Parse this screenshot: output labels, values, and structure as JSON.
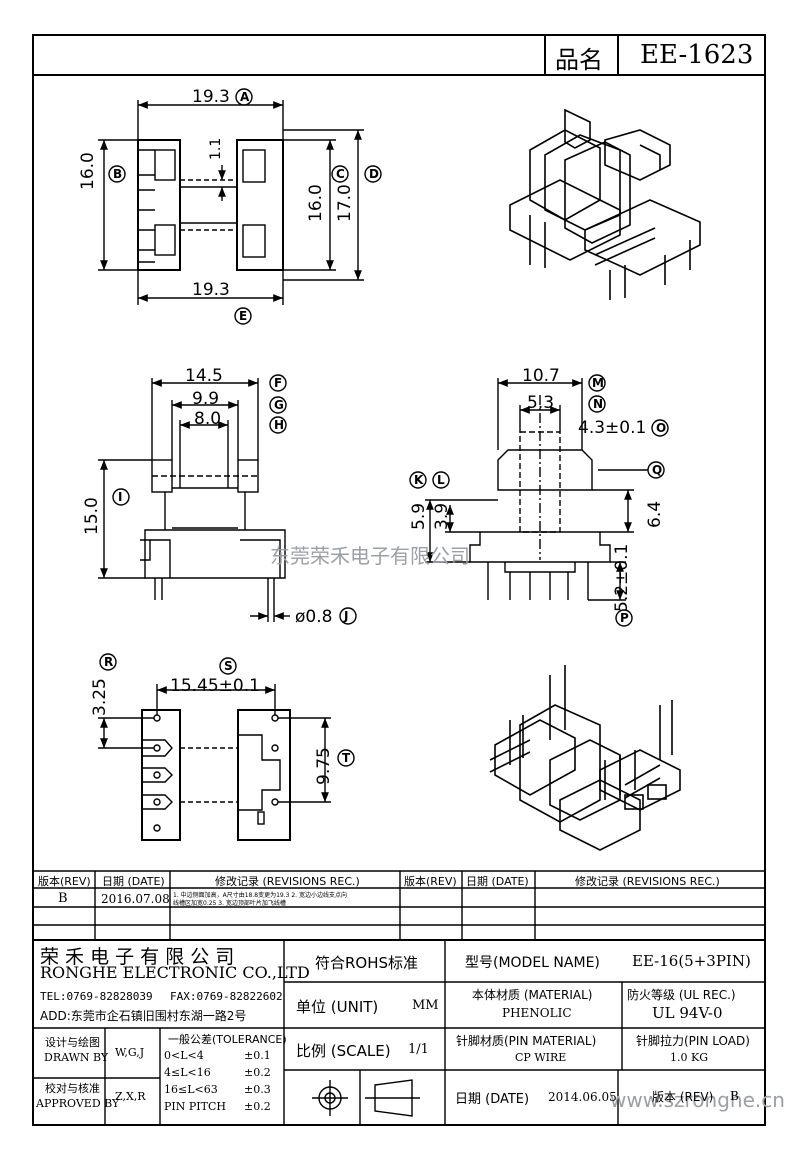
{
  "header": {
    "pin_label": "品名",
    "part_number": "EE-1623"
  },
  "top_view": {
    "dims": {
      "a": "19.3",
      "e": "19.3",
      "b": "16.0",
      "c": "16.0",
      "d": "17.0",
      "gap": "1.1"
    },
    "markers": {
      "a": "A",
      "b": "B",
      "c": "C",
      "d": "D",
      "e": "E"
    }
  },
  "side_view": {
    "dims": {
      "f": "14.5",
      "g": "9.9",
      "h": "8.0",
      "i": "15.0",
      "j": "ø0.8"
    },
    "markers": {
      "f": "F",
      "g": "G",
      "h": "H",
      "i": "I",
      "j": "J"
    }
  },
  "front_view": {
    "dims": {
      "m": "10.7",
      "n": "5.3",
      "o": "4.3±0.1",
      "k": "5.9",
      "l": "3.9",
      "q": "6.4",
      "p": "5.2±0.1"
    },
    "markers": {
      "m": "M",
      "n": "N",
      "o": "O",
      "k": "K",
      "l": "L",
      "q": "Q",
      "p": "P"
    }
  },
  "bottom_view": {
    "dims": {
      "r": "3.25",
      "s": "15.45±0.1",
      "t": "9.75"
    },
    "markers": {
      "r": "R",
      "s": "S",
      "t": "T"
    }
  },
  "watermark": {
    "company": "东莞荣禾电子有限公司",
    "url": "www.szronghe.cn"
  },
  "revision_table": {
    "headers": [
      "版本(REV)",
      "日期 (DATE)",
      "修改记录 (REVISIONS REC.)",
      "版本(REV)",
      "日期 (DATE)",
      "修改记录 (REVISIONS REC.)"
    ],
    "rows": [
      {
        "rev": "B",
        "date": "2016.07.08",
        "note_line1": "1. 中边侧面加高，A尺寸由18.8变更为19.3 2. 宽边小边线支点向",
        "note_line2": "线槽区加宽0.25    3. 宽边顶部叶片加飞线槽"
      }
    ]
  },
  "title_block": {
    "company_cn": "荣 禾 电 子 有 限 公 司",
    "company_en": "RONGHE ELECTRONIC CO.,LTD",
    "tel": "TEL:0769-82828039",
    "fax": "FAX:0769-82822602",
    "addr": "ADD:东莞市企石镇旧围村东湖一路2号",
    "rohs": "符合ROHS标准",
    "model_label": "型号(MODEL NAME)",
    "model_value": "EE-16(5+3PIN)",
    "unit_label": "单位 (UNIT)",
    "unit_value": "MM",
    "material_label": "本体材质 (MATERIAL)",
    "material_value": "PHENOLIC",
    "ul_label": "防火等级 (UL REC.)",
    "ul_value": "UL 94V-0",
    "scale_label": "比例 (SCALE)",
    "scale_value": "1/1",
    "pin_material_label": "针脚材质(PIN MATERIAL)",
    "pin_material_value": "CP WIRE",
    "pin_load_label": "针脚拉力(PIN LOAD)",
    "pin_load_value": "1.0 KG",
    "drawn_label_cn": "设计与绘图",
    "drawn_label_en": "DRAWN BY",
    "drawn_value": "W,G,J",
    "approved_label_cn": "校对与核准",
    "approved_label_en": "APPROVED BY",
    "approved_value": "Z,X,R",
    "tolerance_title": "一般公差(TOLERANCE)",
    "tolerances": [
      {
        "range": "0<L<4",
        "value": "±0.1"
      },
      {
        "range": "4≤L<16",
        "value": "±0.2"
      },
      {
        "range": "16≤L<63",
        "value": "±0.3"
      },
      {
        "range": "PIN PITCH",
        "value": "±0.2"
      }
    ],
    "date_label": "日期 (DATE)",
    "date_value": "2014.06.05",
    "rev_label": "版本 (REV)",
    "rev_value": "B"
  }
}
